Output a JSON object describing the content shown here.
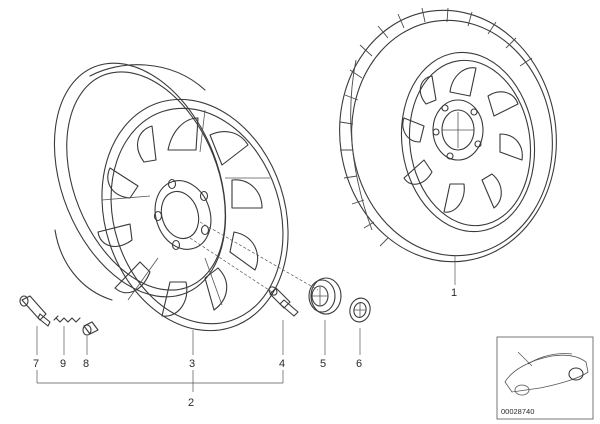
{
  "callouts": {
    "c1": "1",
    "c2": "2",
    "c3": "3",
    "c4": "4",
    "c5": "5",
    "c6": "6",
    "c7": "7",
    "c8": "8",
    "c9": "9"
  },
  "inset": {
    "code": "00028740"
  }
}
